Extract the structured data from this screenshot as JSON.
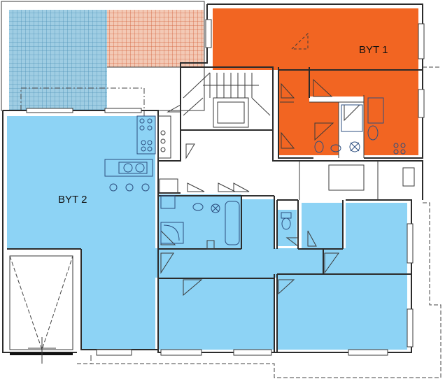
{
  "units": [
    {
      "id": "byt1",
      "label": "BYT 1",
      "color": "#f26522"
    },
    {
      "id": "byt2",
      "label": "BYT 2",
      "color": "#8dd3f5"
    }
  ],
  "colors": {
    "wall": "#2b2b2b",
    "terrace_blue": "#6fb3d2",
    "terrace_orange": "#d9623a",
    "background": "#ffffff"
  }
}
